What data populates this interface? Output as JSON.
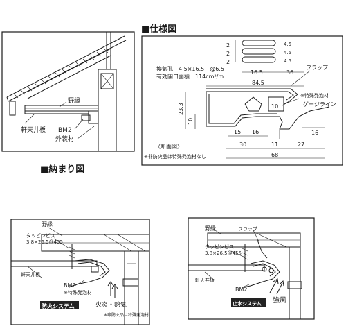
{
  "headings": {
    "spec": "■仕様図",
    "fit": "■納まり図"
  },
  "roof_detail": {
    "label_nokiura": "野縁",
    "label_tenjo": "軒天井板",
    "label_bm2": "BM2",
    "label_gaiheki": "外装材"
  },
  "spec_diagram": {
    "vent_hole": "換気孔　4.5×16.5　@6.5",
    "vent_area": "有効開口面積　114cm²/m",
    "flap": "フラップ",
    "tokushu": "※特殊発泡材",
    "gauge_line": "ゲージライン",
    "section_title": "〈断面図〉",
    "note": "※非防火品は特殊発泡材なし",
    "dims": {
      "d_16_5": "16.5",
      "d_36": "36",
      "d_84_5": "84.5",
      "d_23_3": "23.3",
      "d_10a": "10",
      "d_10b": "10",
      "d_15": "15",
      "d_16a": "16",
      "d_16b": "16",
      "d_30": "30",
      "d_11": "11",
      "d_27": "27",
      "d_68": "68",
      "d_2a": "2",
      "d_2b": "2",
      "d_2c": "2",
      "d_45a": "4.5",
      "d_45b": "4.5",
      "d_45c": "4.5"
    }
  },
  "fire_system": {
    "nokiura": "野縁",
    "screw": "タッピンビス",
    "screw_spec": "3.8×26.5@455",
    "tenjo": "軒天井板",
    "bm2": "BM2",
    "tokushu": "※特殊発泡材",
    "fire": "火炎・熱気",
    "note": "※非防火品は特殊発泡材",
    "badge": "防火システム"
  },
  "water_system": {
    "nokiura": "野縁",
    "flap": "フラップ",
    "screw": "タッピンビス",
    "screw_spec": "3.8×26.5@455",
    "tenjo": "軒天井板",
    "bm2": "BM2",
    "wind": "強風",
    "badge": "止水システム"
  }
}
